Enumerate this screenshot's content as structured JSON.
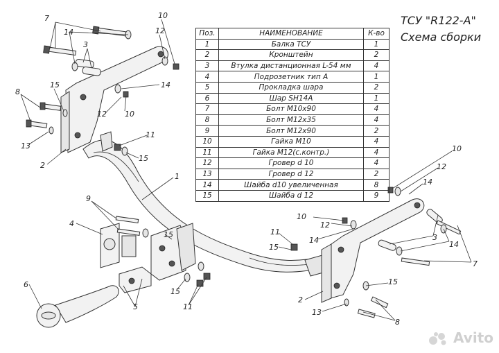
{
  "title": {
    "line1": "ТСУ \"R122-A\"",
    "line2": "Схема сборки"
  },
  "table": {
    "headers": {
      "pos": "Поз.",
      "name": "НАИМЕНОВАНИЕ",
      "qty": "К-во"
    },
    "rows": [
      {
        "pos": "1",
        "name": "Балка ТСУ",
        "qty": "1"
      },
      {
        "pos": "2",
        "name": "Кронштейн",
        "qty": "2"
      },
      {
        "pos": "3",
        "name": "Втулка дистанционная L-54 мм",
        "qty": "4"
      },
      {
        "pos": "4",
        "name": "Подрозетник тип А",
        "qty": "1"
      },
      {
        "pos": "5",
        "name": "Прокладка шара",
        "qty": "2"
      },
      {
        "pos": "6",
        "name": "Шар SH14A",
        "qty": "1"
      },
      {
        "pos": "7",
        "name": "Болт  М10х90",
        "qty": "4"
      },
      {
        "pos": "8",
        "name": "Болт М12х35",
        "qty": "4"
      },
      {
        "pos": "9",
        "name": "Болт М12х90",
        "qty": "2"
      },
      {
        "pos": "10",
        "name": "Гайка М10",
        "qty": "4"
      },
      {
        "pos": "11",
        "name": "Гайка М12(с.контр.)",
        "qty": "4"
      },
      {
        "pos": "12",
        "name": "Гровер d 10",
        "qty": "4"
      },
      {
        "pos": "13",
        "name": "Гровер d 12",
        "qty": "2"
      },
      {
        "pos": "14",
        "name": "Шайба d10 увеличенная",
        "qty": "8"
      },
      {
        "pos": "15",
        "name": "Шайба d 12",
        "qty": "9"
      }
    ]
  },
  "callouts": [
    "7",
    "14",
    "3",
    "10",
    "12",
    "14",
    "15",
    "8",
    "13",
    "2",
    "12",
    "10",
    "11",
    "15",
    "1",
    "9",
    "4",
    "15",
    "6",
    "5",
    "15",
    "11",
    "10",
    "12",
    "14",
    "11",
    "15",
    "2",
    "13",
    "15",
    "8",
    "10",
    "12",
    "14",
    "3",
    "14",
    "7"
  ],
  "watermark": {
    "text": "Avito",
    "icon": "avito-logo-icon"
  }
}
